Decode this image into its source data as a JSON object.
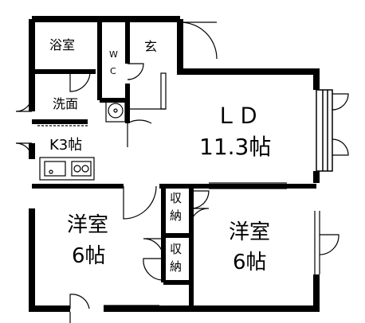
{
  "rooms": {
    "bath": "浴室",
    "wc_top": "W",
    "wc_bottom": "C",
    "entrance": "玄",
    "washroom": "洗面",
    "ld_name": "ＬＤ",
    "ld_size": "11.3帖",
    "kitchen": "K3帖",
    "western1_name": "洋室",
    "western1_size": "6帖",
    "western2_name": "洋室",
    "western2_size": "6帖",
    "storage_top_1": "収",
    "storage_top_2": "納",
    "storage_bottom_1": "収",
    "storage_bottom_2": "納"
  },
  "colors": {
    "wall": "#000000",
    "background": "#ffffff"
  }
}
